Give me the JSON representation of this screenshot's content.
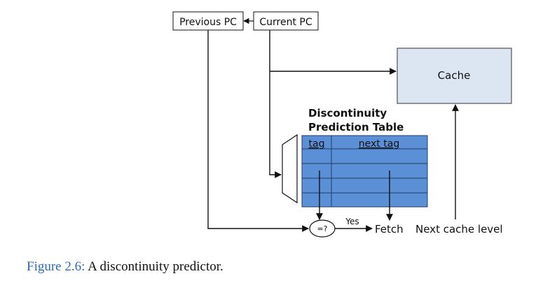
{
  "diagram": {
    "previous_pc": "Previous PC",
    "current_pc": "Current PC",
    "cache": "Cache",
    "table_title_line1": "Discontinuity",
    "table_title_line2": "Prediction Table",
    "col_tag": "tag",
    "col_next_tag": "next tag",
    "comparator": "=?",
    "yes": "Yes",
    "fetch": "Fetch",
    "next_cache_level": "Next cache level"
  },
  "colors": {
    "table_fill": "#5b8fd6",
    "cache_fill": "#dce6f2"
  },
  "caption": {
    "figure_label": "Figure 2.6:",
    "text": " A discontinuity predictor."
  }
}
